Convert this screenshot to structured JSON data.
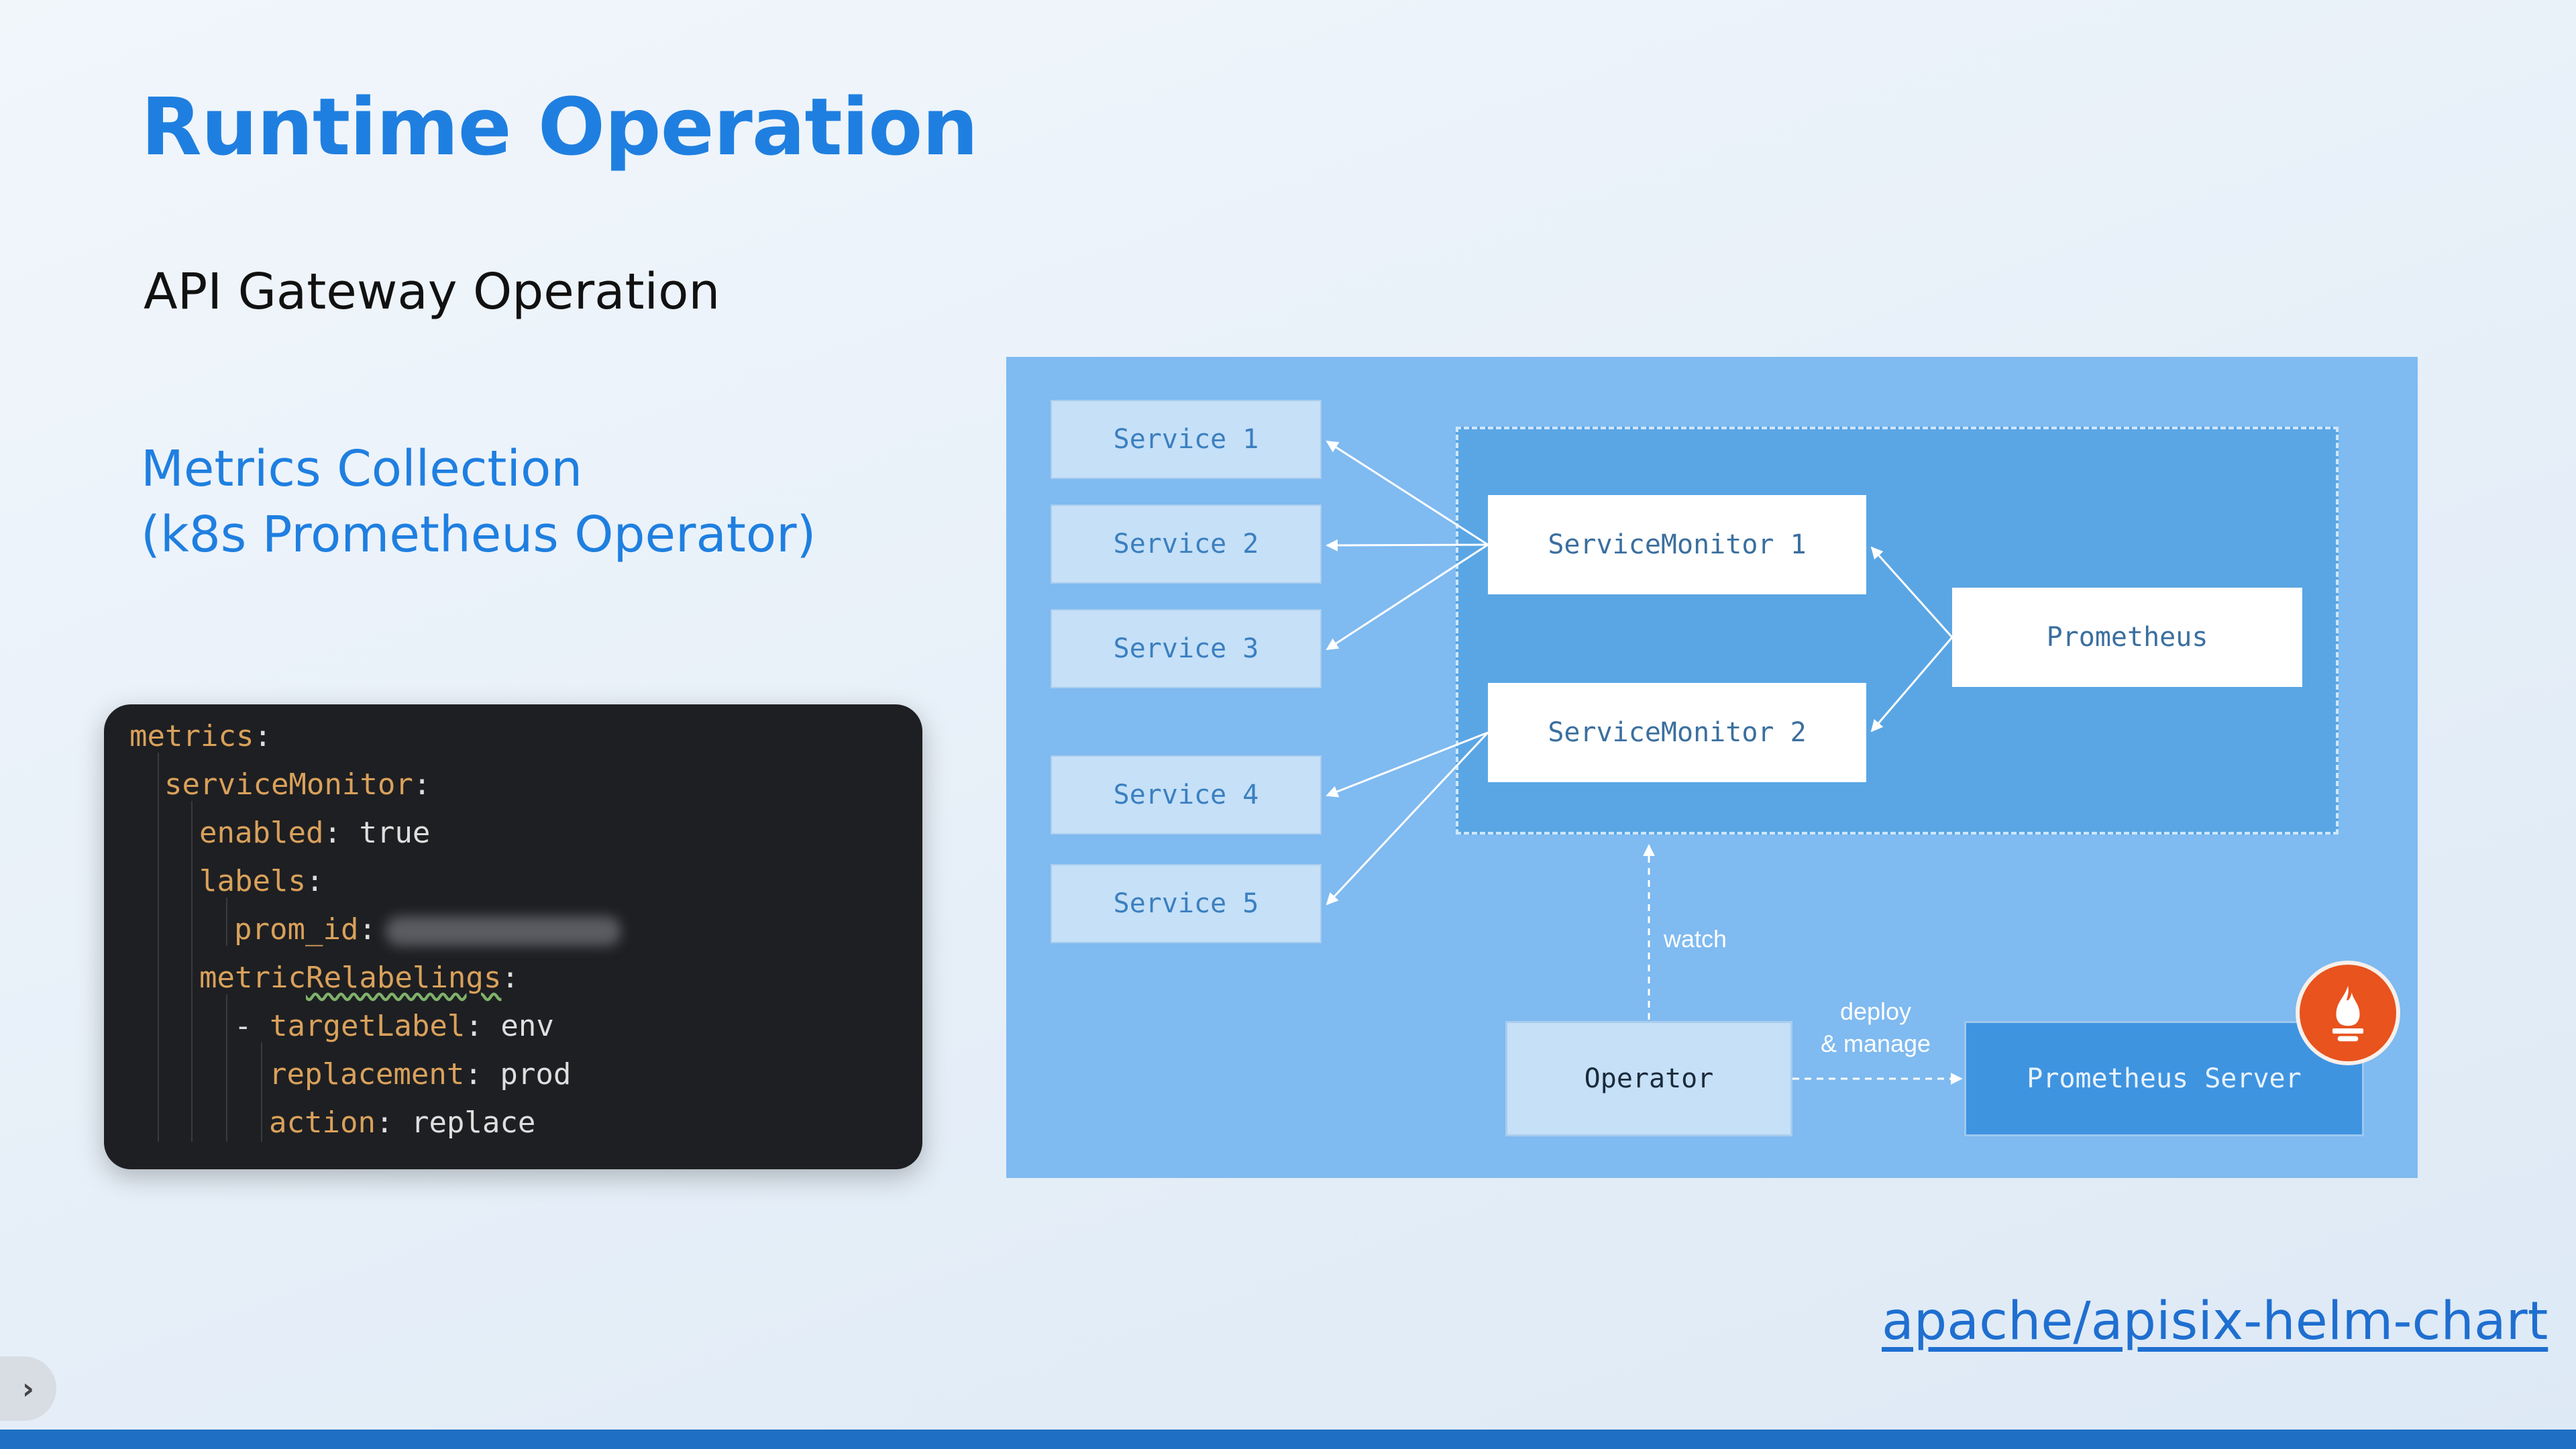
{
  "slide": {
    "title": "Runtime Operation",
    "subtitle": "API Gateway Operation",
    "metrics_line1": "Metrics Collection",
    "metrics_line2": "(k8s Prometheus Operator)",
    "link": "apache/apisix-helm-chart"
  },
  "code": {
    "l1_key": "metrics",
    "l2_key": "serviceMonitor",
    "l3_key": "enabled",
    "l3_val": "true",
    "l4_key": "labels",
    "l5_key": "prom_id",
    "l6_key_a": "metric",
    "l6_key_b": "Relabelings",
    "l7_dash": "- ",
    "l7_key": "targetLabel",
    "l7_val": "env",
    "l8_key": "replacement",
    "l8_val": "prod",
    "l9_key": "action",
    "l9_val": "replace",
    "colon": ":"
  },
  "diagram": {
    "services": [
      "Service 1",
      "Service 2",
      "Service 3",
      "Service 4",
      "Service 5"
    ],
    "service_monitor_1": "ServiceMonitor 1",
    "service_monitor_2": "ServiceMonitor 2",
    "prometheus": "Prometheus",
    "operator": "Operator",
    "prometheus_server": "Prometheus Server",
    "watch_label": "watch",
    "deploy_label_1": "deploy",
    "deploy_label_2": "& manage"
  },
  "icons": {
    "logo": "prometheus-logo-icon",
    "nav": "chevron-right-icon"
  },
  "colors": {
    "accent": "#1f7fe0",
    "diagram_bg": "#7fbaf0",
    "group_bg": "#5aa6e4",
    "logo": "#e8531e",
    "bottom_bar": "#1f6fc4"
  }
}
